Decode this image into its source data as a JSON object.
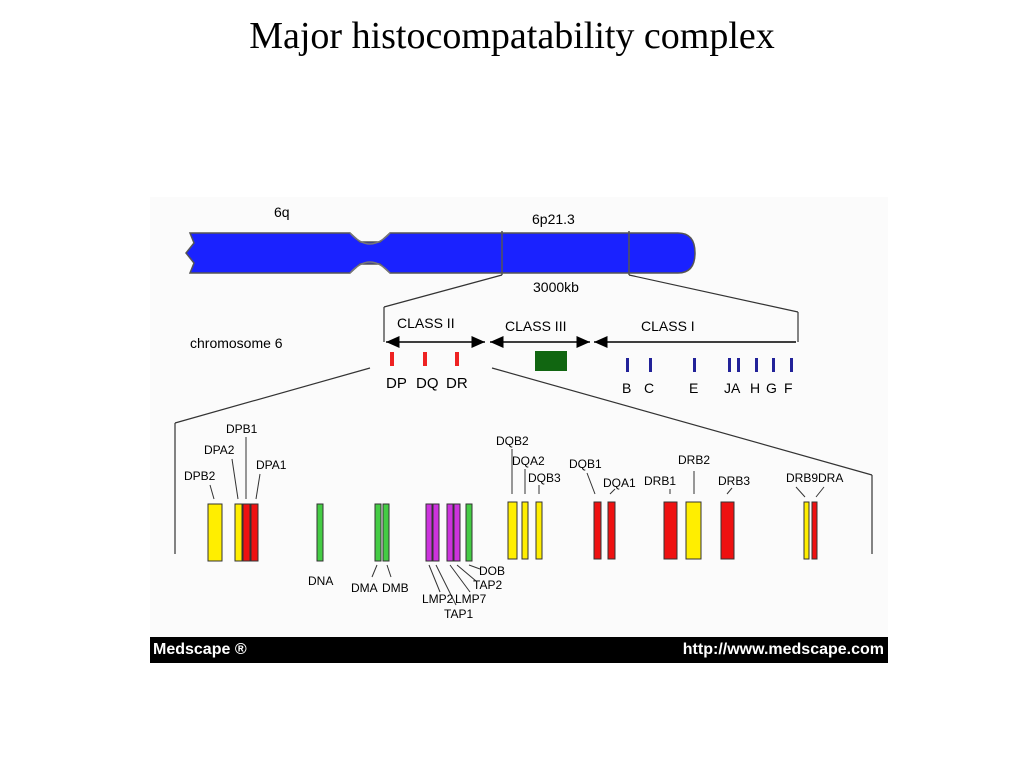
{
  "slide": {
    "title": "Major histocompatability complex"
  },
  "figure": {
    "chromosome": {
      "arm_label": "6q",
      "band_label": "6p21.3",
      "size_label": "3000kb",
      "name_label": "chromosome 6",
      "color": "#1a22ff"
    },
    "regions": {
      "class_ii": "CLASS II",
      "class_iii": "CLASS III",
      "class_i": "CLASS I"
    },
    "class_ii_loci": [
      "DP",
      "DQ",
      "DR"
    ],
    "class_i_loci": [
      "B",
      "C",
      "E",
      "JA",
      "H",
      "G",
      "F"
    ],
    "gene_labels": {
      "dpb1": "DPB1",
      "dpa2": "DPA2",
      "dpb2": "DPB2",
      "dpa1": "DPA1",
      "dna": "DNA",
      "dma": "DMA",
      "dmb": "DMB",
      "lmp2": "LMP2",
      "tap1": "TAP1",
      "lmp7": "LMP7",
      "tap2": "TAP2",
      "dob": "DOB",
      "dqb2": "DQB2",
      "dqa2": "DQA2",
      "dqb3": "DQB3",
      "dqb1": "DQB1",
      "dqa1": "DQA1",
      "drb1": "DRB1",
      "drb2": "DRB2",
      "drb3": "DRB3",
      "drb9": "DRB9",
      "dra": "DRA"
    },
    "colors": {
      "yellow": "#ffee00",
      "red": "#ee1111",
      "green": "#44cc44",
      "magenta": "#cc33dd",
      "class_iii_block": "#116611",
      "class_ii_marker": "#ee2222",
      "class_i_marker": "#222299"
    },
    "footer": {
      "brand": "Medscape ®",
      "url": "http://www.medscape.com"
    }
  }
}
